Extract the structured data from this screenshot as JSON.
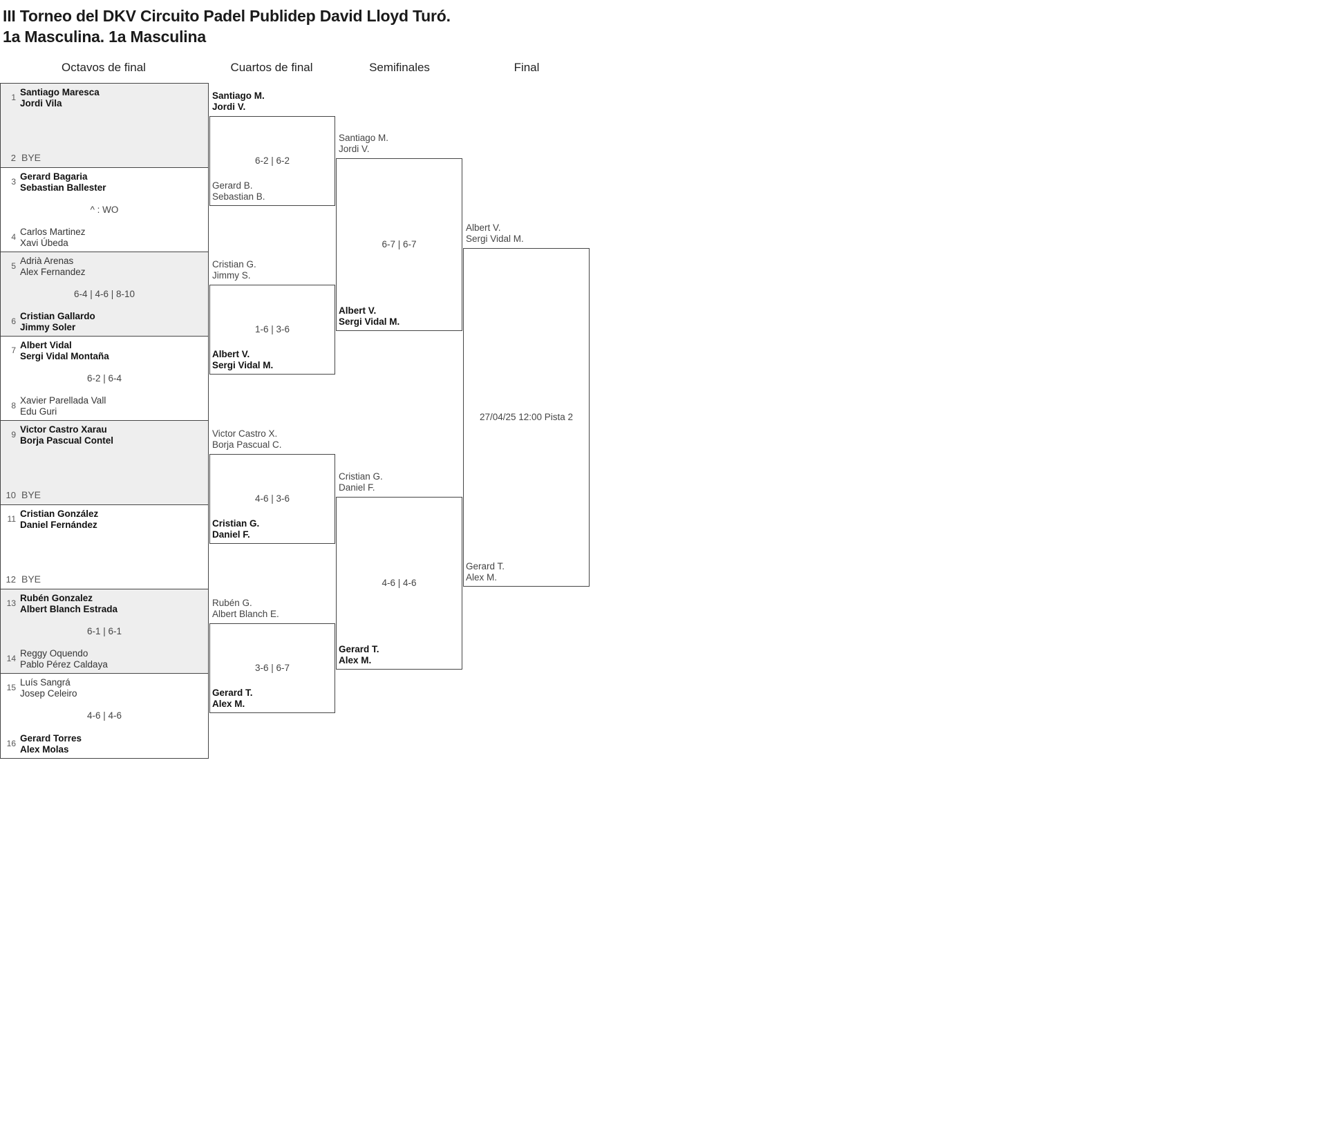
{
  "title": {
    "line1": "III Torneo del DKV Circuito Padel Publidep David Lloyd Turó.",
    "line2": "1a Masculina. 1a Masculina"
  },
  "rounds": [
    {
      "label": "Octavos de final"
    },
    {
      "label": "Cuartos de final"
    },
    {
      "label": "Semifinales"
    },
    {
      "label": "Final"
    }
  ],
  "round_of_16": [
    {
      "shaded": true,
      "top": {
        "seed": "1",
        "bye": false,
        "p1": "Santiago Maresca",
        "p2": "Jordi Vila",
        "winner": true
      },
      "bottom": {
        "seed": "2",
        "bye": true,
        "bye_label": "BYE",
        "winner": false
      },
      "score": ""
    },
    {
      "shaded": false,
      "top": {
        "seed": "3",
        "bye": false,
        "p1": "Gerard Bagaria",
        "p2": "Sebastian Ballester",
        "winner": true
      },
      "bottom": {
        "seed": "4",
        "bye": false,
        "p1": "Carlos Martinez",
        "p2": "Xavi Úbeda",
        "winner": false
      },
      "score": "^ : WO"
    },
    {
      "shaded": true,
      "top": {
        "seed": "5",
        "bye": false,
        "p1": "Adrià Arenas",
        "p2": "Alex Fernandez",
        "winner": false
      },
      "bottom": {
        "seed": "6",
        "bye": false,
        "p1": "Cristian Gallardo",
        "p2": "Jimmy Soler",
        "winner": true
      },
      "score": "6-4 | 4-6 | 8-10"
    },
    {
      "shaded": false,
      "top": {
        "seed": "7",
        "bye": false,
        "p1": "Albert Vidal",
        "p2": "Sergi Vidal Montaña",
        "winner": true
      },
      "bottom": {
        "seed": "8",
        "bye": false,
        "p1": "Xavier Parellada Vall",
        "p2": "Edu Guri",
        "winner": false
      },
      "score": "6-2 | 6-4"
    },
    {
      "shaded": true,
      "top": {
        "seed": "9",
        "bye": false,
        "p1": "Victor Castro Xarau",
        "p2": "Borja Pascual Contel",
        "winner": true
      },
      "bottom": {
        "seed": "10",
        "bye": true,
        "bye_label": "BYE",
        "winner": false
      },
      "score": ""
    },
    {
      "shaded": false,
      "top": {
        "seed": "11",
        "bye": false,
        "p1": "Cristian González",
        "p2": "Daniel Fernández",
        "winner": true
      },
      "bottom": {
        "seed": "12",
        "bye": true,
        "bye_label": "BYE",
        "winner": false
      },
      "score": ""
    },
    {
      "shaded": true,
      "top": {
        "seed": "13",
        "bye": false,
        "p1": "Rubén Gonzalez",
        "p2": "Albert Blanch Estrada",
        "winner": true
      },
      "bottom": {
        "seed": "14",
        "bye": false,
        "p1": "Reggy Oquendo",
        "p2": "Pablo Pérez Caldaya",
        "winner": false
      },
      "score": "6-1 | 6-1"
    },
    {
      "shaded": false,
      "top": {
        "seed": "15",
        "bye": false,
        "p1": "Luís Sangrá",
        "p2": "Josep Celeiro",
        "winner": false
      },
      "bottom": {
        "seed": "16",
        "bye": false,
        "p1": "Gerard Torres",
        "p2": "Alex Molas",
        "winner": true
      },
      "score": "4-6 | 4-6"
    }
  ],
  "quarter_finals": [
    {
      "above": {
        "p1": "Santiago M.",
        "p2": "Jordi V.",
        "winner": true
      },
      "score": "6-2 | 6-2",
      "below": {
        "p1": "Gerard B.",
        "p2": "Sebastian B.",
        "winner": false
      }
    },
    {
      "above": {
        "p1": "Cristian G.",
        "p2": "Jimmy S.",
        "winner": false
      },
      "score": "1-6 | 3-6",
      "below": {
        "p1": "Albert V.",
        "p2": "Sergi Vidal M.",
        "winner": true
      }
    },
    {
      "above": {
        "p1": "Victor Castro X.",
        "p2": "Borja Pascual C.",
        "winner": false
      },
      "score": "4-6 | 3-6",
      "below": {
        "p1": "Cristian G.",
        "p2": "Daniel F.",
        "winner": true
      }
    },
    {
      "above": {
        "p1": "Rubén G.",
        "p2": "Albert Blanch E.",
        "winner": false
      },
      "score": "3-6 | 6-7",
      "below": {
        "p1": "Gerard T.",
        "p2": "Alex M.",
        "winner": true
      }
    }
  ],
  "semi_finals": [
    {
      "above": {
        "p1": "Santiago M.",
        "p2": "Jordi V.",
        "winner": false
      },
      "score": "6-7 | 6-7",
      "below": {
        "p1": "Albert V.",
        "p2": "Sergi Vidal M.",
        "winner": true
      }
    },
    {
      "above": {
        "p1": "Cristian G.",
        "p2": "Daniel F.",
        "winner": false
      },
      "score": "4-6 | 4-6",
      "below": {
        "p1": "Gerard T.",
        "p2": "Alex M.",
        "winner": true
      }
    }
  ],
  "final": {
    "above": {
      "p1": "Albert V.",
      "p2": "Sergi Vidal M.",
      "winner": false
    },
    "schedule": "27/04/25 12:00 Pista 2",
    "below": {
      "p1": "Gerard T.",
      "p2": "Alex M.",
      "winner": false
    }
  }
}
